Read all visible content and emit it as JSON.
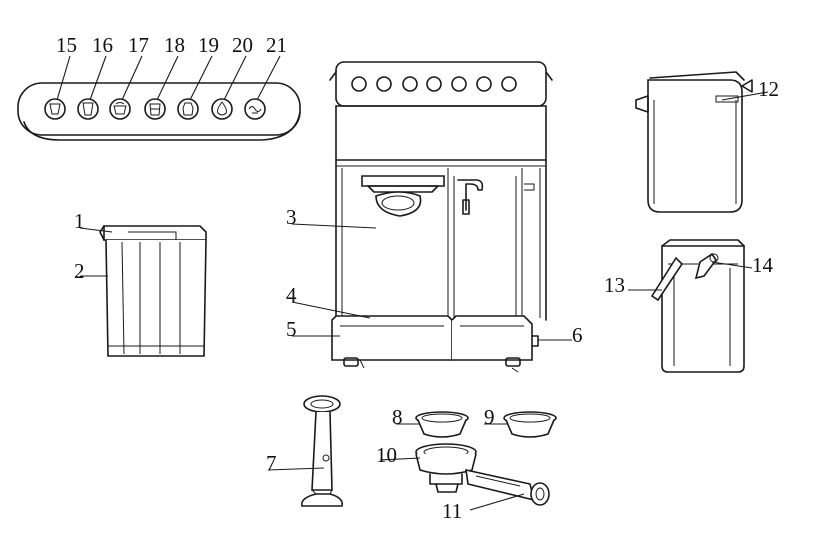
{
  "callouts": [
    {
      "id": "c15",
      "text": "15"
    },
    {
      "id": "c16",
      "text": "16"
    },
    {
      "id": "c17",
      "text": "17"
    },
    {
      "id": "c18",
      "text": "18"
    },
    {
      "id": "c19",
      "text": "19"
    },
    {
      "id": "c20",
      "text": "20"
    },
    {
      "id": "c21",
      "text": "21"
    },
    {
      "id": "c12",
      "text": "12"
    },
    {
      "id": "c1",
      "text": "1"
    },
    {
      "id": "c2",
      "text": "2"
    },
    {
      "id": "c3",
      "text": "3"
    },
    {
      "id": "c4",
      "text": "4"
    },
    {
      "id": "c5",
      "text": "5"
    },
    {
      "id": "c6",
      "text": "6"
    },
    {
      "id": "c13",
      "text": "13"
    },
    {
      "id": "c14",
      "text": "14"
    },
    {
      "id": "c7",
      "text": "7"
    },
    {
      "id": "c8",
      "text": "8"
    },
    {
      "id": "c9",
      "text": "9"
    },
    {
      "id": "c10",
      "text": "10"
    },
    {
      "id": "c11",
      "text": "11"
    }
  ],
  "icons": [
    "cup-small-icon",
    "cup-large-icon",
    "cappuccino-icon",
    "latte-icon",
    "milk-icon",
    "hot-water-icon",
    "steam-icon"
  ]
}
